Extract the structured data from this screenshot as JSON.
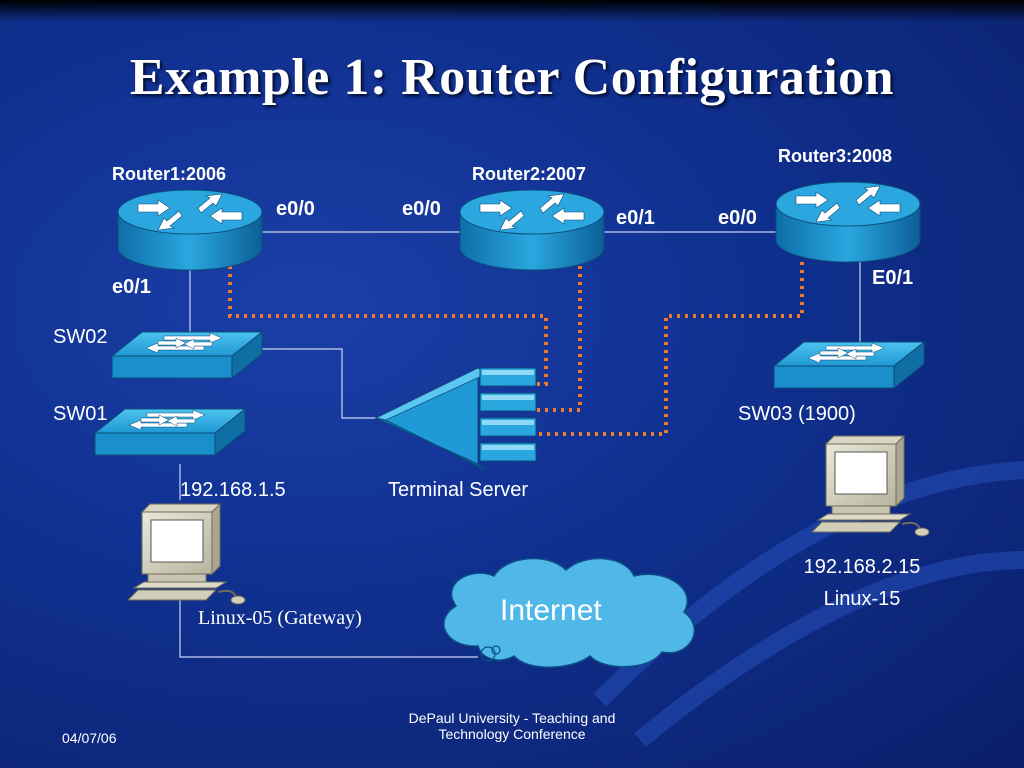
{
  "title": "Example 1: Router Configuration",
  "routers": {
    "r1": {
      "name": "Router1:2006",
      "port_right": "e0/0",
      "port_bottom": "e0/1"
    },
    "r2": {
      "name": "Router2:2007",
      "port_left": "e0/0",
      "port_right": "e0/1"
    },
    "r3": {
      "name": "Router3:2008",
      "port_left": "e0/0",
      "port_bottom": "E0/1"
    }
  },
  "switches": {
    "sw02": "SW02",
    "sw01": "SW01",
    "sw03": "SW03 (1900)"
  },
  "terminal_server": {
    "label": "Terminal Server"
  },
  "hosts": {
    "left": {
      "ip": "192.168.1.5",
      "name": "Linux-05 (Gateway)"
    },
    "right": {
      "ip": "192.168.2.15",
      "name": "Linux-15"
    }
  },
  "internet": {
    "label": "Internet"
  },
  "footer": {
    "date": "04/07/06",
    "line1": "DePaul University - Teaching and",
    "line2": "Technology Conference"
  },
  "colors": {
    "background": "#10308f",
    "device": "#1a8fc9",
    "console_line": "#f07a2a",
    "cloud": "#5fc0ea"
  }
}
